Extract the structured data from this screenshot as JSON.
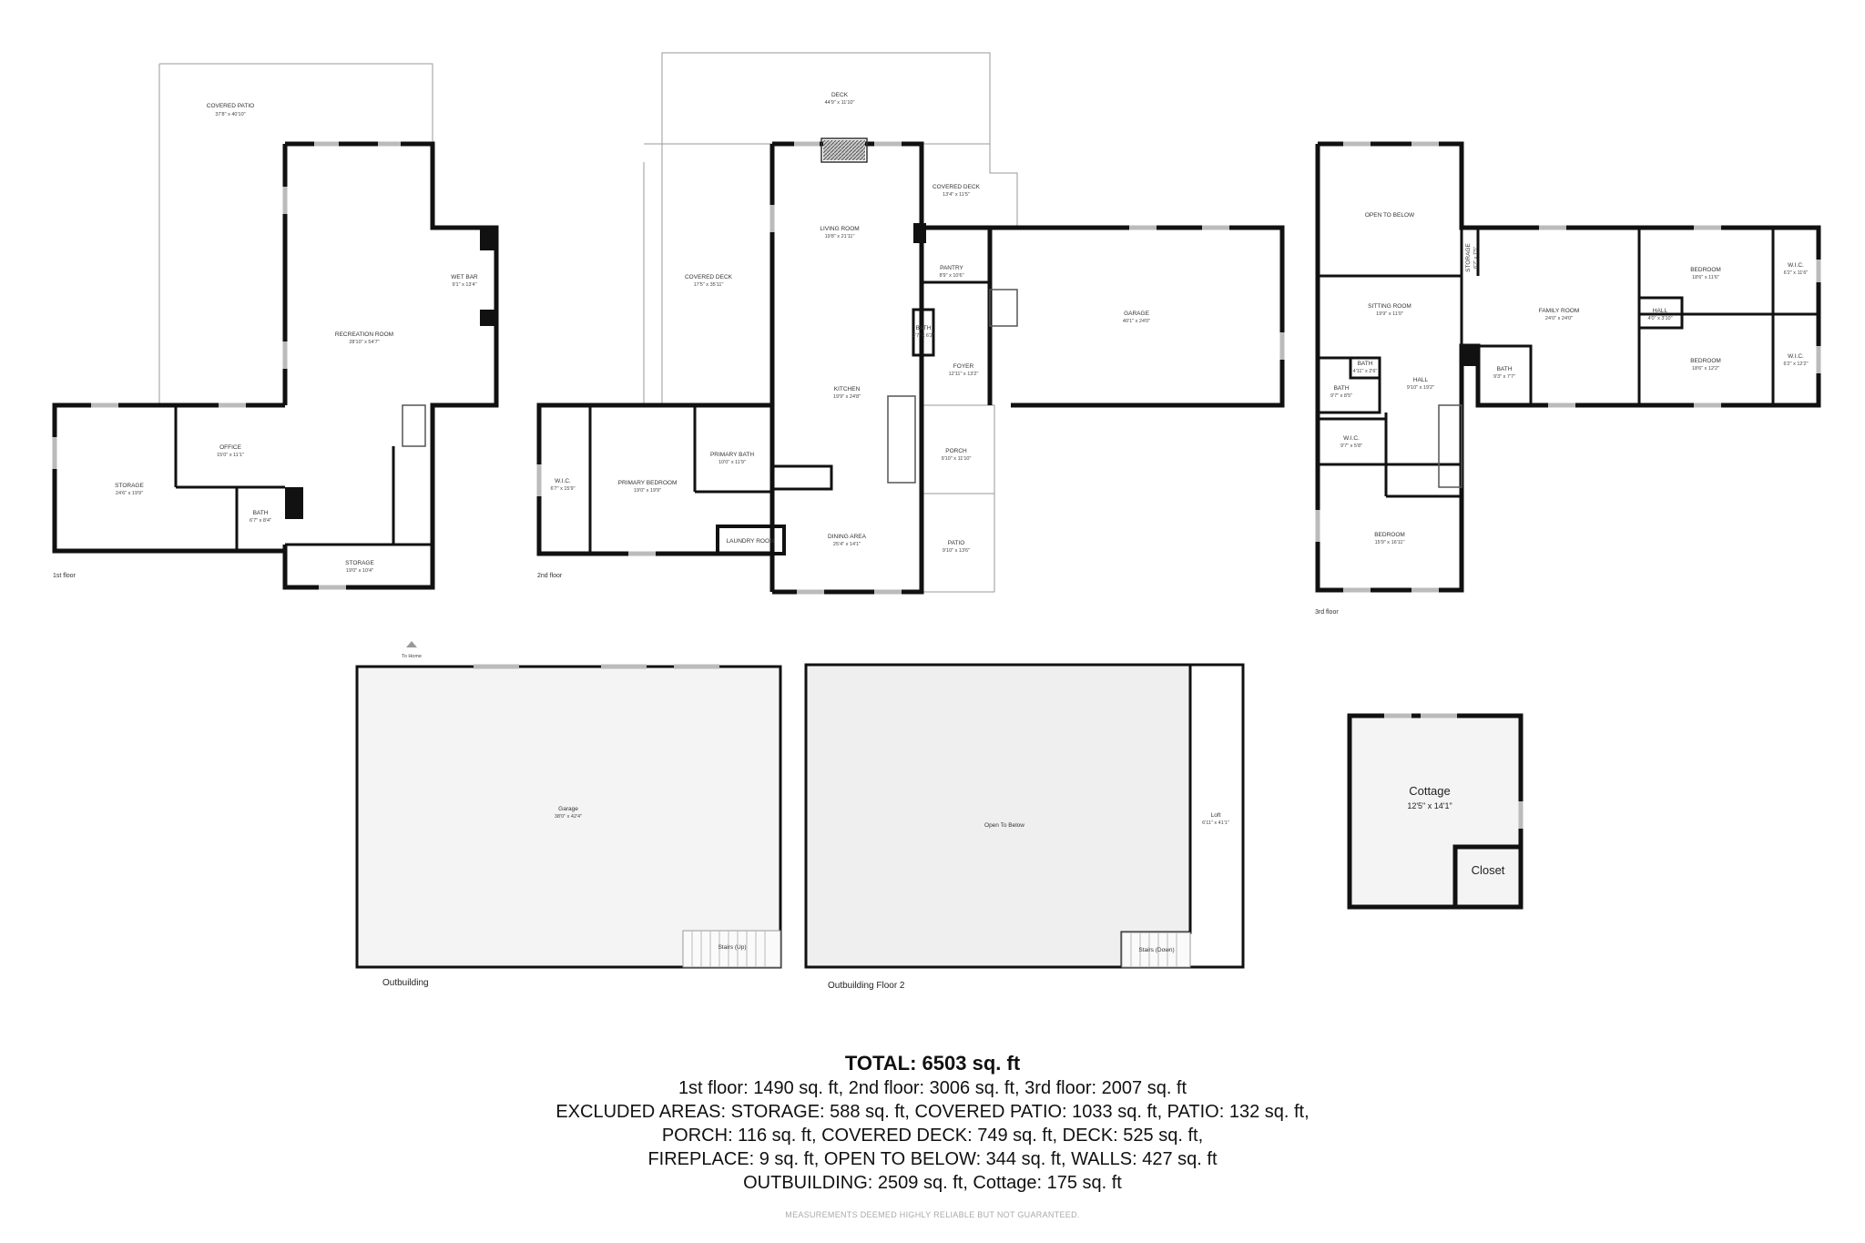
{
  "floors": {
    "first": {
      "label": "1st floor",
      "rooms": {
        "covered_patio": {
          "name": "COVERED PATIO",
          "dims": "37'8\" x 40'10\""
        },
        "wet_bar": {
          "name": "WET BAR",
          "dims": "9'1\" x 13'4\""
        },
        "recreation_room": {
          "name": "RECREATION ROOM",
          "dims": "28'10\" x 54'7\""
        },
        "office": {
          "name": "OFFICE",
          "dims": "15'0\" x 11'1\""
        },
        "storage_a": {
          "name": "STORAGE",
          "dims": "24'6\" x 19'9\""
        },
        "bath": {
          "name": "BATH",
          "dims": "6'7\" x 8'4\""
        },
        "storage_b": {
          "name": "STORAGE",
          "dims": "19'0\" x 10'4\""
        }
      }
    },
    "second": {
      "label": "2nd floor",
      "rooms": {
        "deck": {
          "name": "DECK",
          "dims": "44'9\" x 11'10\""
        },
        "covered_deck_a": {
          "name": "COVERED DECK",
          "dims": "17'5\" x 35'11\""
        },
        "living_room": {
          "name": "LIVING ROOM",
          "dims": "19'8\" x 21'11\""
        },
        "covered_deck_b": {
          "name": "COVERED DECK",
          "dims": "13'4\" x 11'5\""
        },
        "pantry": {
          "name": "PANTRY",
          "dims": "8'9\" x 10'6\""
        },
        "garage": {
          "name": "GARAGE",
          "dims": "40'1\" x 24'0\""
        },
        "bath": {
          "name": "BATH",
          "dims": "3'7\" x 6'2\""
        },
        "foyer": {
          "name": "FOYER",
          "dims": "12'11\" x 13'2\""
        },
        "kitchen": {
          "name": "KITCHEN",
          "dims": "19'9\" x 24'8\""
        },
        "wic": {
          "name": "W.I.C.",
          "dims": "6'7\" x 15'9\""
        },
        "primary_bedroom": {
          "name": "PRIMARY BEDROOM",
          "dims": "19'0\" x 19'9\""
        },
        "primary_bath": {
          "name": "PRIMARY BATH",
          "dims": "10'0\" x 11'9\""
        },
        "porch": {
          "name": "PORCH",
          "dims": "9'10\" x 11'10\""
        },
        "laundry": {
          "name": "LAUNDRY ROOM",
          "dims": ""
        },
        "dining_area": {
          "name": "DINING AREA",
          "dims": "25'4\" x 14'1\""
        },
        "patio": {
          "name": "PATIO",
          "dims": "9'10\" x 13'6\""
        }
      }
    },
    "third": {
      "label": "3rd floor",
      "rooms": {
        "open_to_below": {
          "name": "OPEN TO BELOW",
          "dims": ""
        },
        "storage": {
          "name": "STORAGE",
          "dims": "6'2\" x 7'5\""
        },
        "family_room": {
          "name": "FAMILY ROOM",
          "dims": "24'0\" x 24'0\""
        },
        "bedroom_a": {
          "name": "BEDROOM",
          "dims": "18'6\" x 11'6\""
        },
        "wic_a": {
          "name": "W.I.C.",
          "dims": "6'2\" x 11'6\""
        },
        "sitting_room": {
          "name": "SITTING ROOM",
          "dims": "19'9\" x 11'0\""
        },
        "hall_a": {
          "name": "HALL",
          "dims": "4'0\" x 3'10\""
        },
        "bath_a": {
          "name": "BATH",
          "dims": "4'11\" x 2'6\""
        },
        "bath_b": {
          "name": "BATH",
          "dims": "9'7\" x 8'5\""
        },
        "hall_b": {
          "name": "HALL",
          "dims": "9'10\" x 19'2\""
        },
        "bath_c": {
          "name": "BATH",
          "dims": "9'3\" x 7'7\""
        },
        "bedroom_b": {
          "name": "BEDROOM",
          "dims": "18'6\" x 12'2\""
        },
        "wic_b": {
          "name": "W.I.C.",
          "dims": "6'2\" x 12'2\""
        },
        "wic_c": {
          "name": "W.I.C.",
          "dims": "9'7\" x 5'8\""
        },
        "bedroom_c": {
          "name": "BEDROOM",
          "dims": "15'9\" x 16'11\""
        }
      }
    }
  },
  "outbuilding": {
    "label": "Outbuilding",
    "to_home": "To Home",
    "garage": {
      "name": "Garage",
      "dims": "38'0\" x 42'4\""
    },
    "stairs_up": "Stairs (Up)"
  },
  "outbuilding_floor2": {
    "label": "Outbuilding Floor 2",
    "open_to_below": "Open To Below",
    "loft": {
      "name": "Loft",
      "dims": "6'11\" x 41'1\""
    },
    "stairs_down": "Stairs (Down)"
  },
  "cottage": {
    "name": "Cottage",
    "dims": "12'5\" x 14'1\"",
    "closet": "Closet"
  },
  "summary": {
    "total": "TOTAL: 6503 sq. ft",
    "lines": [
      "1st floor: 1490 sq. ft, 2nd floor: 3006 sq. ft, 3rd floor: 2007 sq. ft",
      "EXCLUDED AREAS: STORAGE: 588 sq. ft, COVERED PATIO: 1033 sq. ft, PATIO: 132 sq. ft,",
      "PORCH: 116 sq. ft, COVERED DECK: 749 sq. ft, DECK: 525 sq. ft,",
      "FIREPLACE: 9 sq. ft, OPEN TO BELOW: 344 sq. ft, WALLS: 427 sq. ft",
      "OUTBUILDING: 2509 sq. ft, Cottage: 175 sq. ft"
    ],
    "disclaimer": "MEASUREMENTS DEEMED HIGHLY RELIABLE BUT NOT GUARANTEED."
  }
}
